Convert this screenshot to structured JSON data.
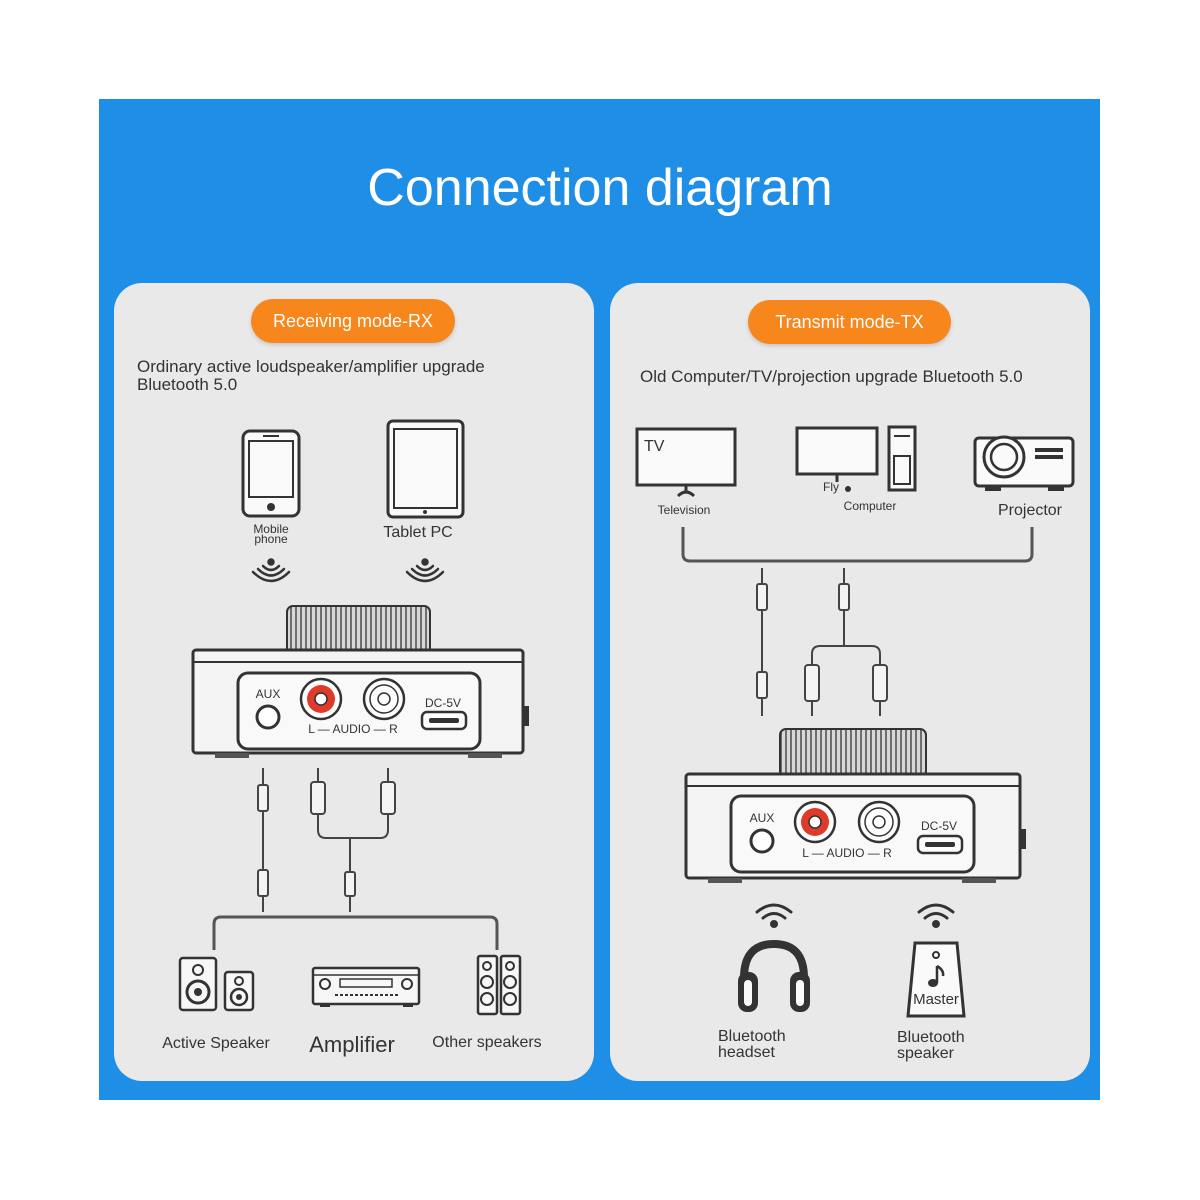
{
  "title": "Connection diagram",
  "colors": {
    "banner": "#1f8ee6",
    "panel": "#e9e9e9",
    "pill": "#f7861d",
    "rca_red": "#e03a2a"
  },
  "rx": {
    "pill": "Receiving mode-RX",
    "description_line1": "Ordinary active loudspeaker/amplifier upgrade",
    "description_line2": "Bluetooth 5.0",
    "sources": {
      "mobile_line1": "Mobile",
      "mobile_line2": "phone",
      "tablet": "Tablet PC"
    },
    "device": {
      "aux": "AUX",
      "audio": "L — AUDIO — R",
      "dc": "DC-5V"
    },
    "outputs": {
      "active_speaker": "Active Speaker",
      "amplifier": "Amplifier",
      "other_speakers": "Other speakers"
    }
  },
  "tx": {
    "pill": "Transmit mode-TX",
    "description": "Old Computer/TV/projection upgrade Bluetooth 5.0",
    "sources": {
      "tv_screen": "TV",
      "television": "Television",
      "fly": "Fly",
      "computer": "Computer",
      "projector": "Projector"
    },
    "device": {
      "aux": "AUX",
      "audio": "L — AUDIO — R",
      "dc": "DC-5V"
    },
    "outputs": {
      "headset_line1": "Bluetooth",
      "headset_line2": "headset",
      "speaker_master": "Master",
      "speaker_line1": "Bluetooth",
      "speaker_line2": "speaker"
    }
  }
}
